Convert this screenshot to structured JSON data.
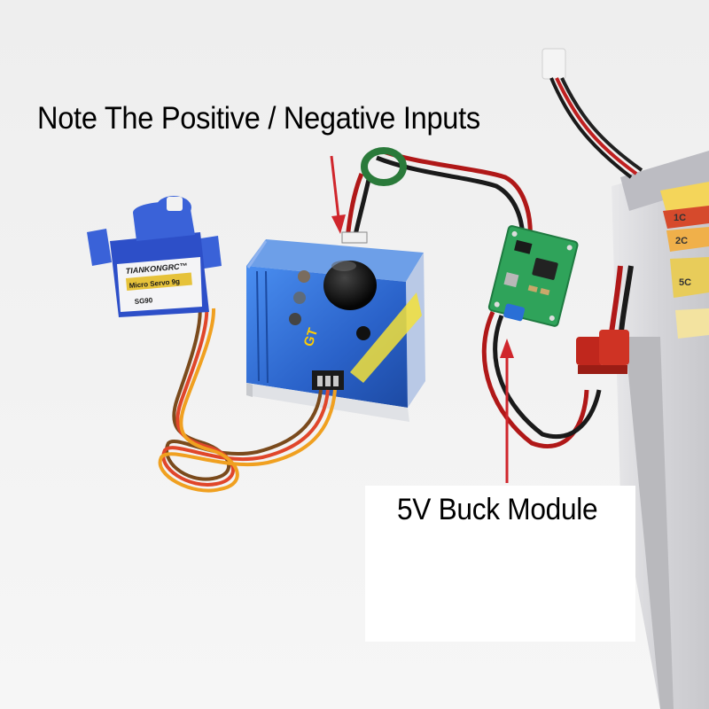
{
  "annotations": {
    "top_caption": "Note The Positive / Negative Inputs",
    "bottom_caption": "5V Buck Module"
  },
  "servo_label": {
    "brand": "TIANKONGRC™",
    "model": "Micro Servo 9g",
    "code": "SG90"
  },
  "battery_labels": [
    "1C",
    "2C",
    "5C"
  ],
  "colors": {
    "background": "#f2f2f2",
    "arrow": "#d0262c",
    "tester_body": "#2f6fd6",
    "servo_body": "#2d4fc8",
    "buck_pcb": "#2fa35a",
    "connector": "#c0271d"
  }
}
